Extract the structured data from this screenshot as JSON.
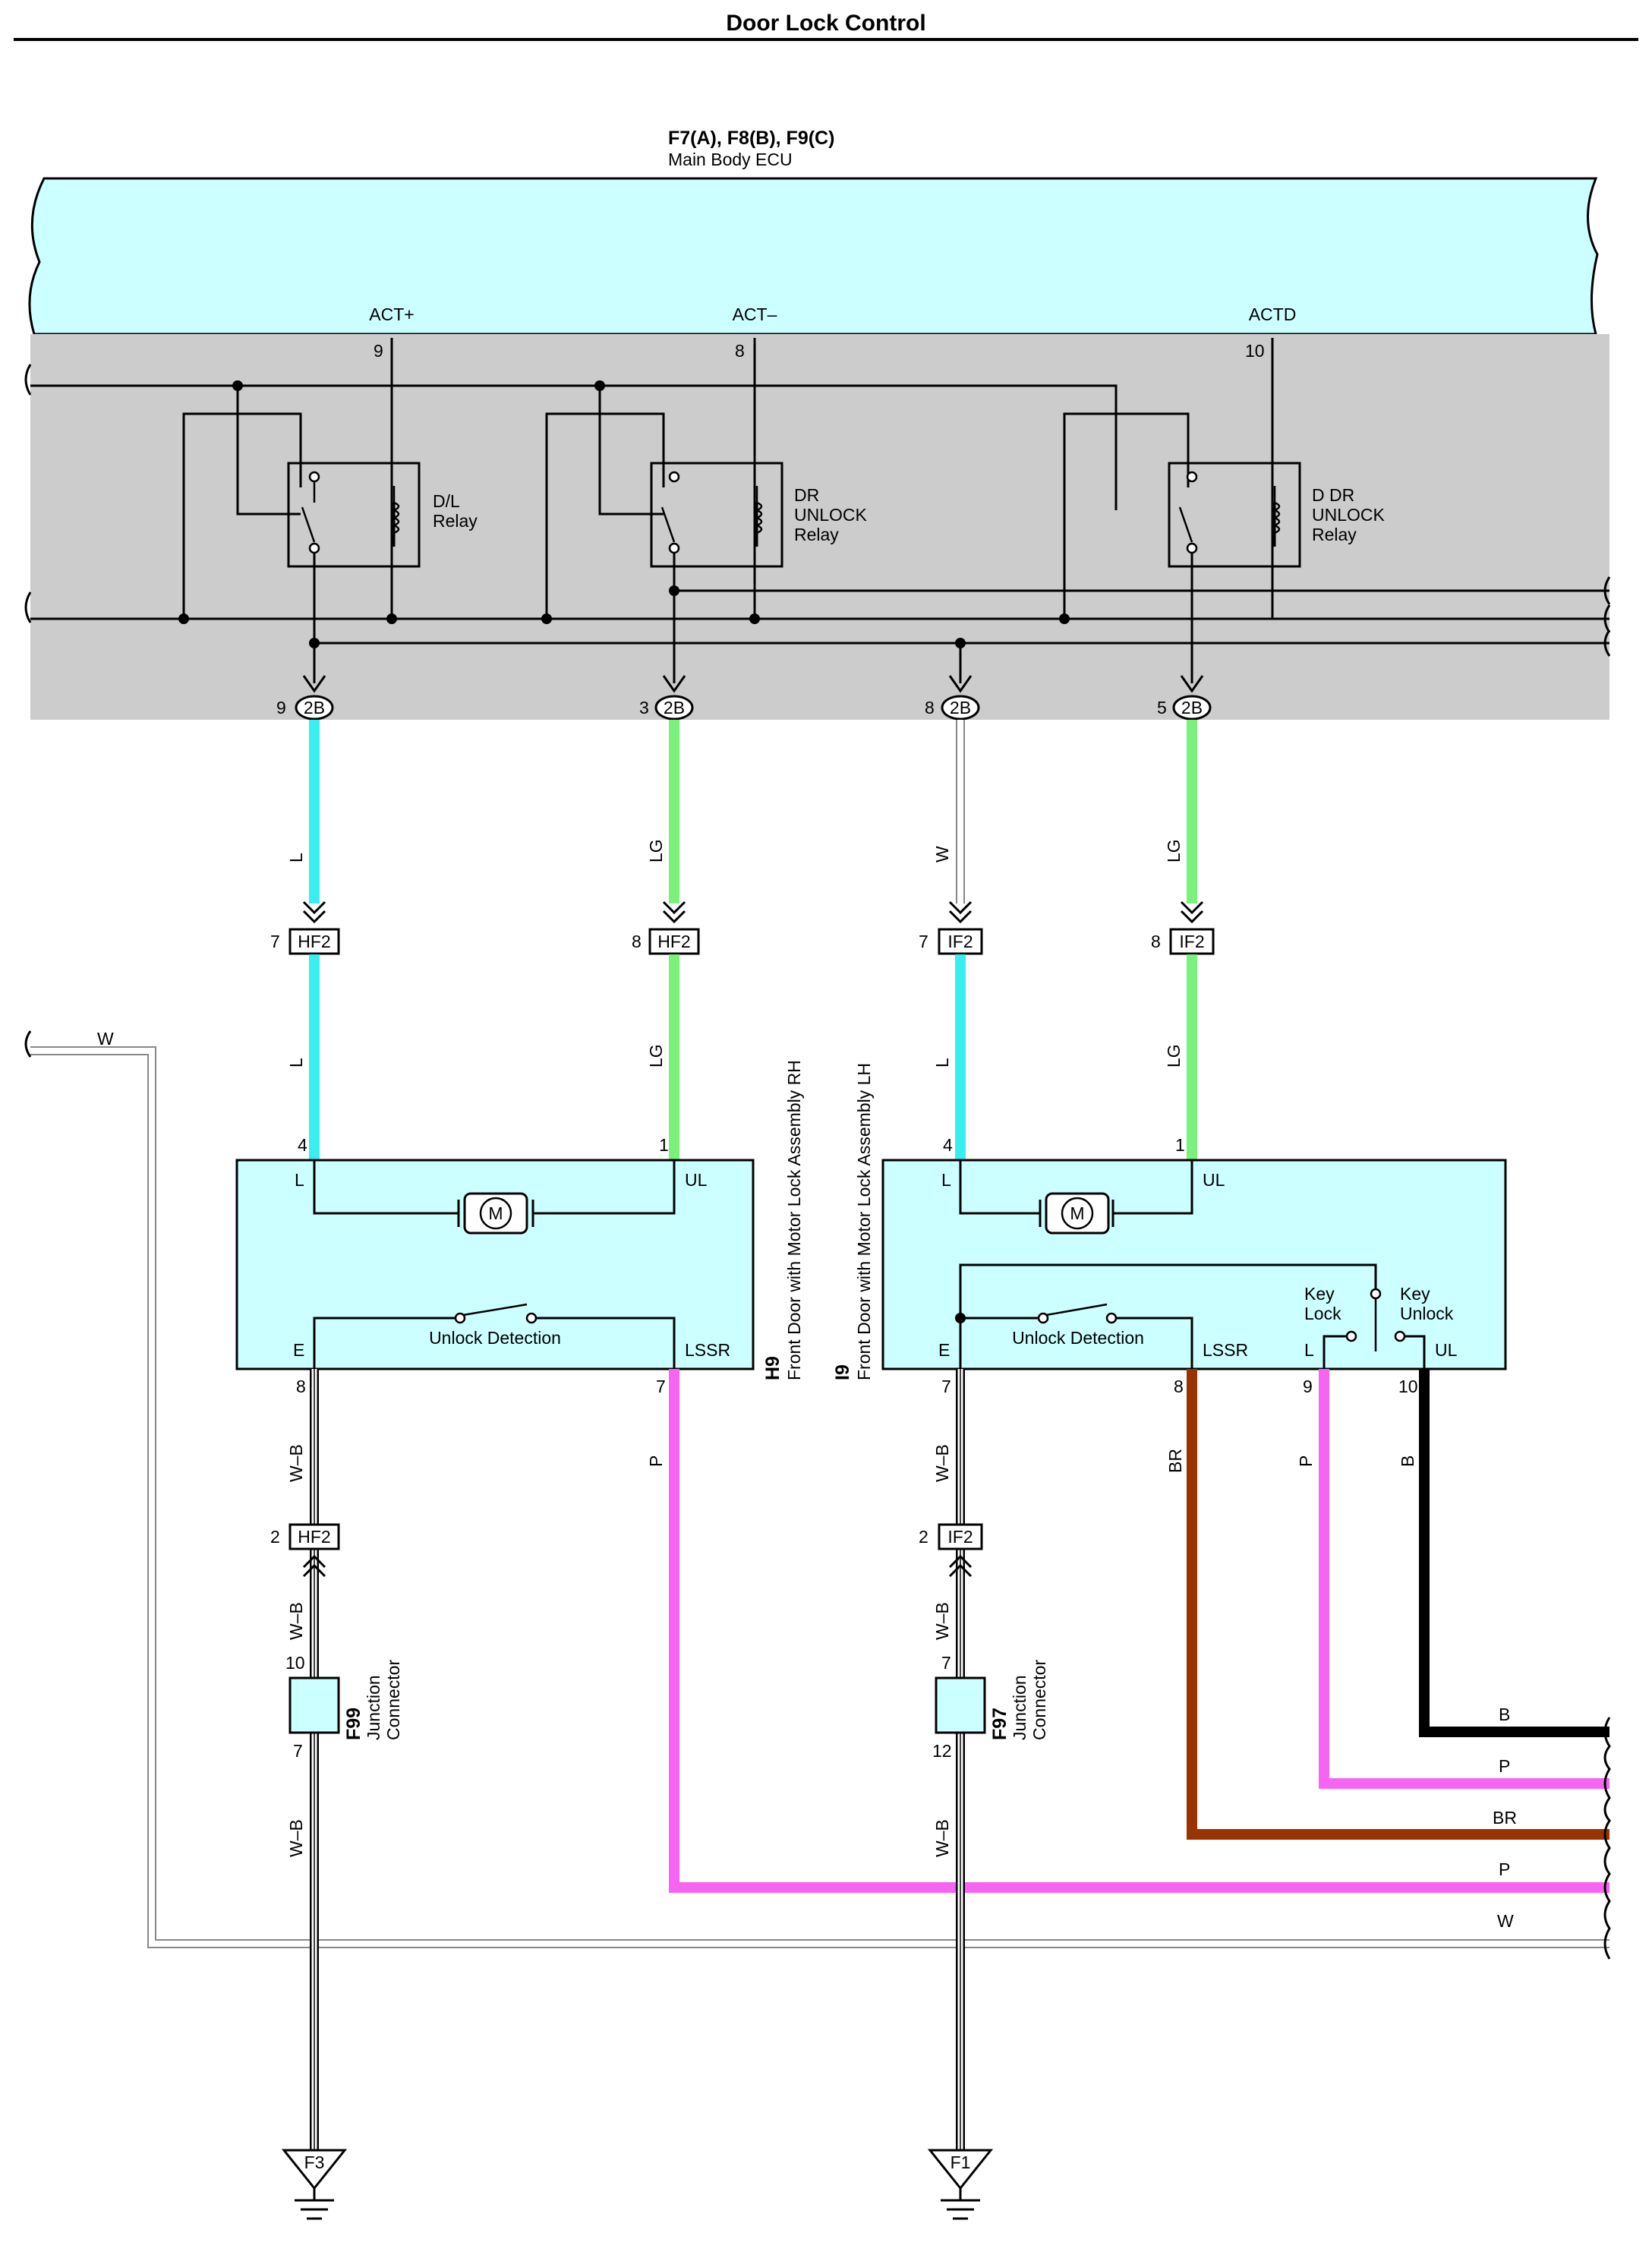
{
  "title": "Door Lock Control",
  "ecu": {
    "codes": "F7(A), F8(B), F9(C)",
    "name": "Main Body ECU",
    "terminals": [
      {
        "label": "ACT+",
        "pin": "9"
      },
      {
        "label": "ACT–",
        "pin": "8"
      },
      {
        "label": "ACTD",
        "pin": "10"
      }
    ],
    "relays": [
      {
        "lines": [
          "D/L",
          "Relay"
        ]
      },
      {
        "lines": [
          "DR",
          "UNLOCK",
          "Relay"
        ]
      },
      {
        "lines": [
          "D DR",
          "UNLOCK",
          "Relay"
        ]
      }
    ],
    "connectors": [
      {
        "pin": "9",
        "name": "2B"
      },
      {
        "pin": "3",
        "name": "2B"
      },
      {
        "pin": "8",
        "name": "2B"
      },
      {
        "pin": "5",
        "name": "2B"
      }
    ]
  },
  "wire_colors": {
    "L": "#38eef0",
    "LG": "#7af17a",
    "W": "#ffffff",
    "P": "#f664f2",
    "BR": "#993300",
    "B": "#000000",
    "WB": "#ffffff"
  },
  "upper_wires": [
    {
      "color": "L",
      "label": "L"
    },
    {
      "color": "LG",
      "label": "LG"
    },
    {
      "color": "W",
      "label": "W"
    },
    {
      "color": "LG",
      "label": "LG"
    }
  ],
  "mid_connectors": [
    {
      "pin": "7",
      "name": "HF2"
    },
    {
      "pin": "8",
      "name": "HF2"
    },
    {
      "pin": "7",
      "name": "IF2"
    },
    {
      "pin": "8",
      "name": "IF2"
    }
  ],
  "lower_wires": [
    {
      "color": "L",
      "label": "L"
    },
    {
      "color": "LG",
      "label": "LG"
    },
    {
      "color": "L",
      "label": "L"
    },
    {
      "color": "LG",
      "label": "LG"
    }
  ],
  "motor_rh": {
    "code": "H9",
    "name": "Front Door with Motor Lock Assembly RH",
    "pin_l": "4",
    "pin_ul": "1",
    "label_l": "L",
    "label_ul": "UL",
    "motor": "M",
    "switch": "Unlock Detection",
    "label_e": "E",
    "label_lssr": "LSSR",
    "pin_e": "8",
    "pin_lssr": "7"
  },
  "motor_lh": {
    "code": "I9",
    "name": "Front Door with Motor Lock Assembly LH",
    "pin_l": "4",
    "pin_ul": "1",
    "label_l": "L",
    "label_ul": "UL",
    "motor": "M",
    "switch": "Unlock Detection",
    "label_e": "E",
    "label_lssr": "LSSR",
    "key_lock": [
      "Key",
      "Lock"
    ],
    "key_unlock": [
      "Key",
      "Unlock"
    ],
    "label_kl": "L",
    "label_kul": "UL",
    "pin_e": "7",
    "pin_lssr": "8",
    "pin_kl": "9",
    "pin_kul": "10"
  },
  "left_w_label": "W",
  "ground_wire_labels": {
    "rh_top": "W–B",
    "rh_mid": "W–B",
    "rh_bot": "W–B",
    "lh_top": "W–B",
    "lh_mid": "W–B",
    "lh_bot": "W–B"
  },
  "ground_wire_pins": {
    "rh_hf2": {
      "pin": "2",
      "name": "HF2"
    },
    "lh_if2": {
      "pin": "2",
      "name": "IF2"
    }
  },
  "junctions": {
    "rh": {
      "code": "F99",
      "lines": [
        "Junction",
        "Connector"
      ],
      "pin_top": "10",
      "pin_bot": "7"
    },
    "lh": {
      "code": "F97",
      "lines": [
        "Junction",
        "Connector"
      ],
      "pin_top": "7",
      "pin_bot": "12"
    }
  },
  "grounds": {
    "rh": "F3",
    "lh": "F1"
  },
  "lower_wire_labels": {
    "lssr_rh": "P",
    "lssr_lh": "BR",
    "key_lock": "P",
    "key_unlock": "B"
  },
  "right_bus_labels": [
    "B",
    "P",
    "BR",
    "P",
    "W"
  ]
}
